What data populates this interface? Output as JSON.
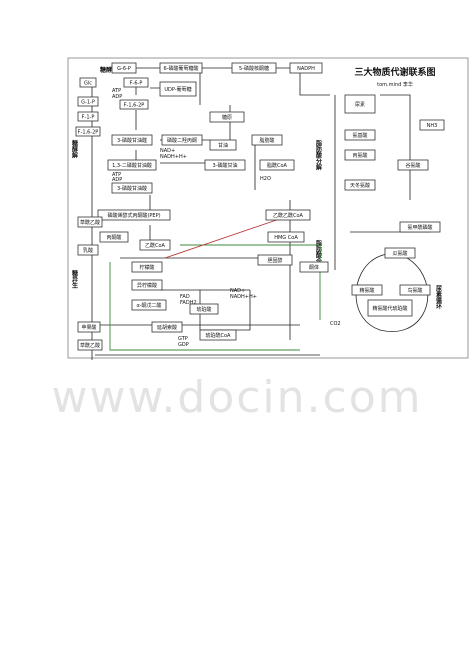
{
  "title": "三大物质代谢联系图",
  "subtitle": "tom.mind 李华",
  "watermark": "www.docin.com",
  "left_labels": {
    "v1": "糖酵解",
    "v2": "糖异生",
    "top": "糖酵代谢途径"
  },
  "right_labels": {
    "v1": "脂肪酸分解",
    "v2": "脂肪酸合成",
    "v3": "尿素循环"
  },
  "boxes": {
    "g6p": "G-6-P",
    "glc": "Glc",
    "g1p": "G-1-P",
    "f1p": "F-1-P",
    "f16p": "F-1,6-2P",
    "f6p": "F-6-P",
    "udpg": "UDP-葡萄糖",
    "glycogen": "糖原",
    "pgl": "6-磷酸葡萄糖酸",
    "ru5p": "5-磷酸核酮糖",
    "nadph": "NADPH",
    "g3p": "3-磷酸甘油醛",
    "dhap": "磷酸二羟丙酮",
    "bpg": "1,3-二磷酸甘油酸",
    "pg3": "3-磷酸甘油酸",
    "pep": "磷酸烯醇式丙酮酸(PEP)",
    "pyr": "丙酮酸",
    "lac": "乳酸",
    "oaa": "草酰乙酸",
    "acoa": "乙酰CoA",
    "cit": "柠檬酸",
    "icit": "异柠檬酸",
    "akg": "α-酮戊二酸",
    "scoa": "琥珀酰CoA",
    "suc": "琥珀酸",
    "fum": "延胡索酸",
    "mal": "苹果酸",
    "glyc": "甘油",
    "g3pl": "3-磷酸甘油",
    "fa": "脂肪酸",
    "facoa": "脂酰CoA",
    "hmg": "HMG CoA",
    "acac": "乙酰乙酰CoA",
    "ketone": "酮体",
    "chol": "胆固醇",
    "nh3": "NH3",
    "urea": "尿素",
    "arg": "精氨酸",
    "orn": "鸟氨酸",
    "citr": "瓜氨酸",
    "asp": "天冬氨酸",
    "glu": "谷氨酸",
    "ala": "丙氨酸",
    "aa": "氨基酸",
    "cps": "氨甲酰磷酸",
    "argsuc": "精氨酸代琥珀酸"
  },
  "cofactors": [
    "ATP",
    "ADP",
    "NAD+",
    "NADH+H+",
    "FAD",
    "FADH2",
    "GTP",
    "GDP",
    "CO2",
    "H2O"
  ]
}
